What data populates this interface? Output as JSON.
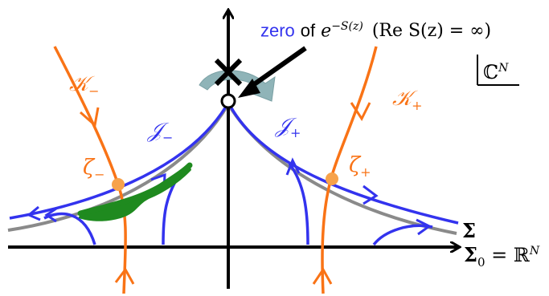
{
  "annotation": {
    "zero_word": "zero",
    "of_word": "of",
    "base": "e",
    "exponent": "−S(z)",
    "condition": "(Re S(z) = ∞)"
  },
  "space_label": "ℂ",
  "space_label_sup": "N",
  "thimbles": {
    "K_minus": "𝒦",
    "K_minus_sub": "−",
    "K_plus": "𝒦",
    "K_plus_sub": "+",
    "J_minus": "𝒥",
    "J_minus_sub": "−",
    "J_plus": "𝒥",
    "J_plus_sub": "+"
  },
  "saddles": {
    "zeta_minus": "ζ",
    "zeta_minus_sub": "−",
    "zeta_plus": "ζ",
    "zeta_plus_sub": "+"
  },
  "contours": {
    "sigma": "Σ",
    "sigma0": "Σ",
    "sigma0_sub": "0",
    "sigma0_eq": "= ℝ",
    "sigma0_sup": "N"
  },
  "colors": {
    "orange": "#f97316",
    "blue": "#3333ee",
    "gray": "#8a8a8a",
    "green": "#1f8a1f",
    "black": "#000000",
    "arrow_teal": "#8fb4b8"
  }
}
